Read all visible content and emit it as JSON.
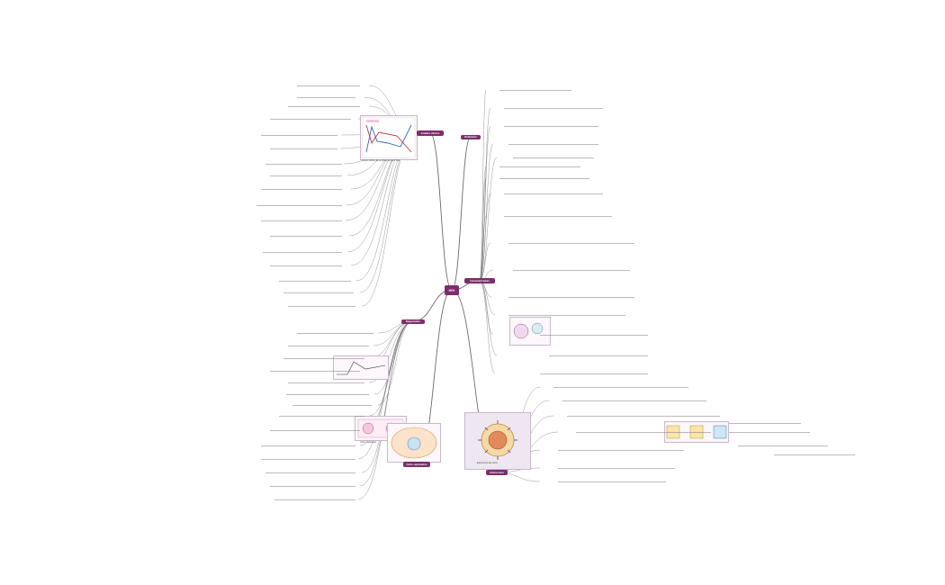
{
  "center": "HIV",
  "branches": {
    "clinical": "Cuadro clínico",
    "definition": "Definición",
    "characteristics": "Características",
    "diagnosis": "Diagnóstico",
    "cycle": "Ciclo replicativo",
    "structure": "Estructura"
  },
  "figures": {
    "clinical_chart_title": "Curso clínico de la infección por VIH",
    "virion_caption": "Estructura del virión",
    "replication_caption": "Ciclo replicativo"
  },
  "colors": {
    "accent": "#7d2d6b",
    "line": "#6b6b6b",
    "highlight": "#d9534f"
  }
}
